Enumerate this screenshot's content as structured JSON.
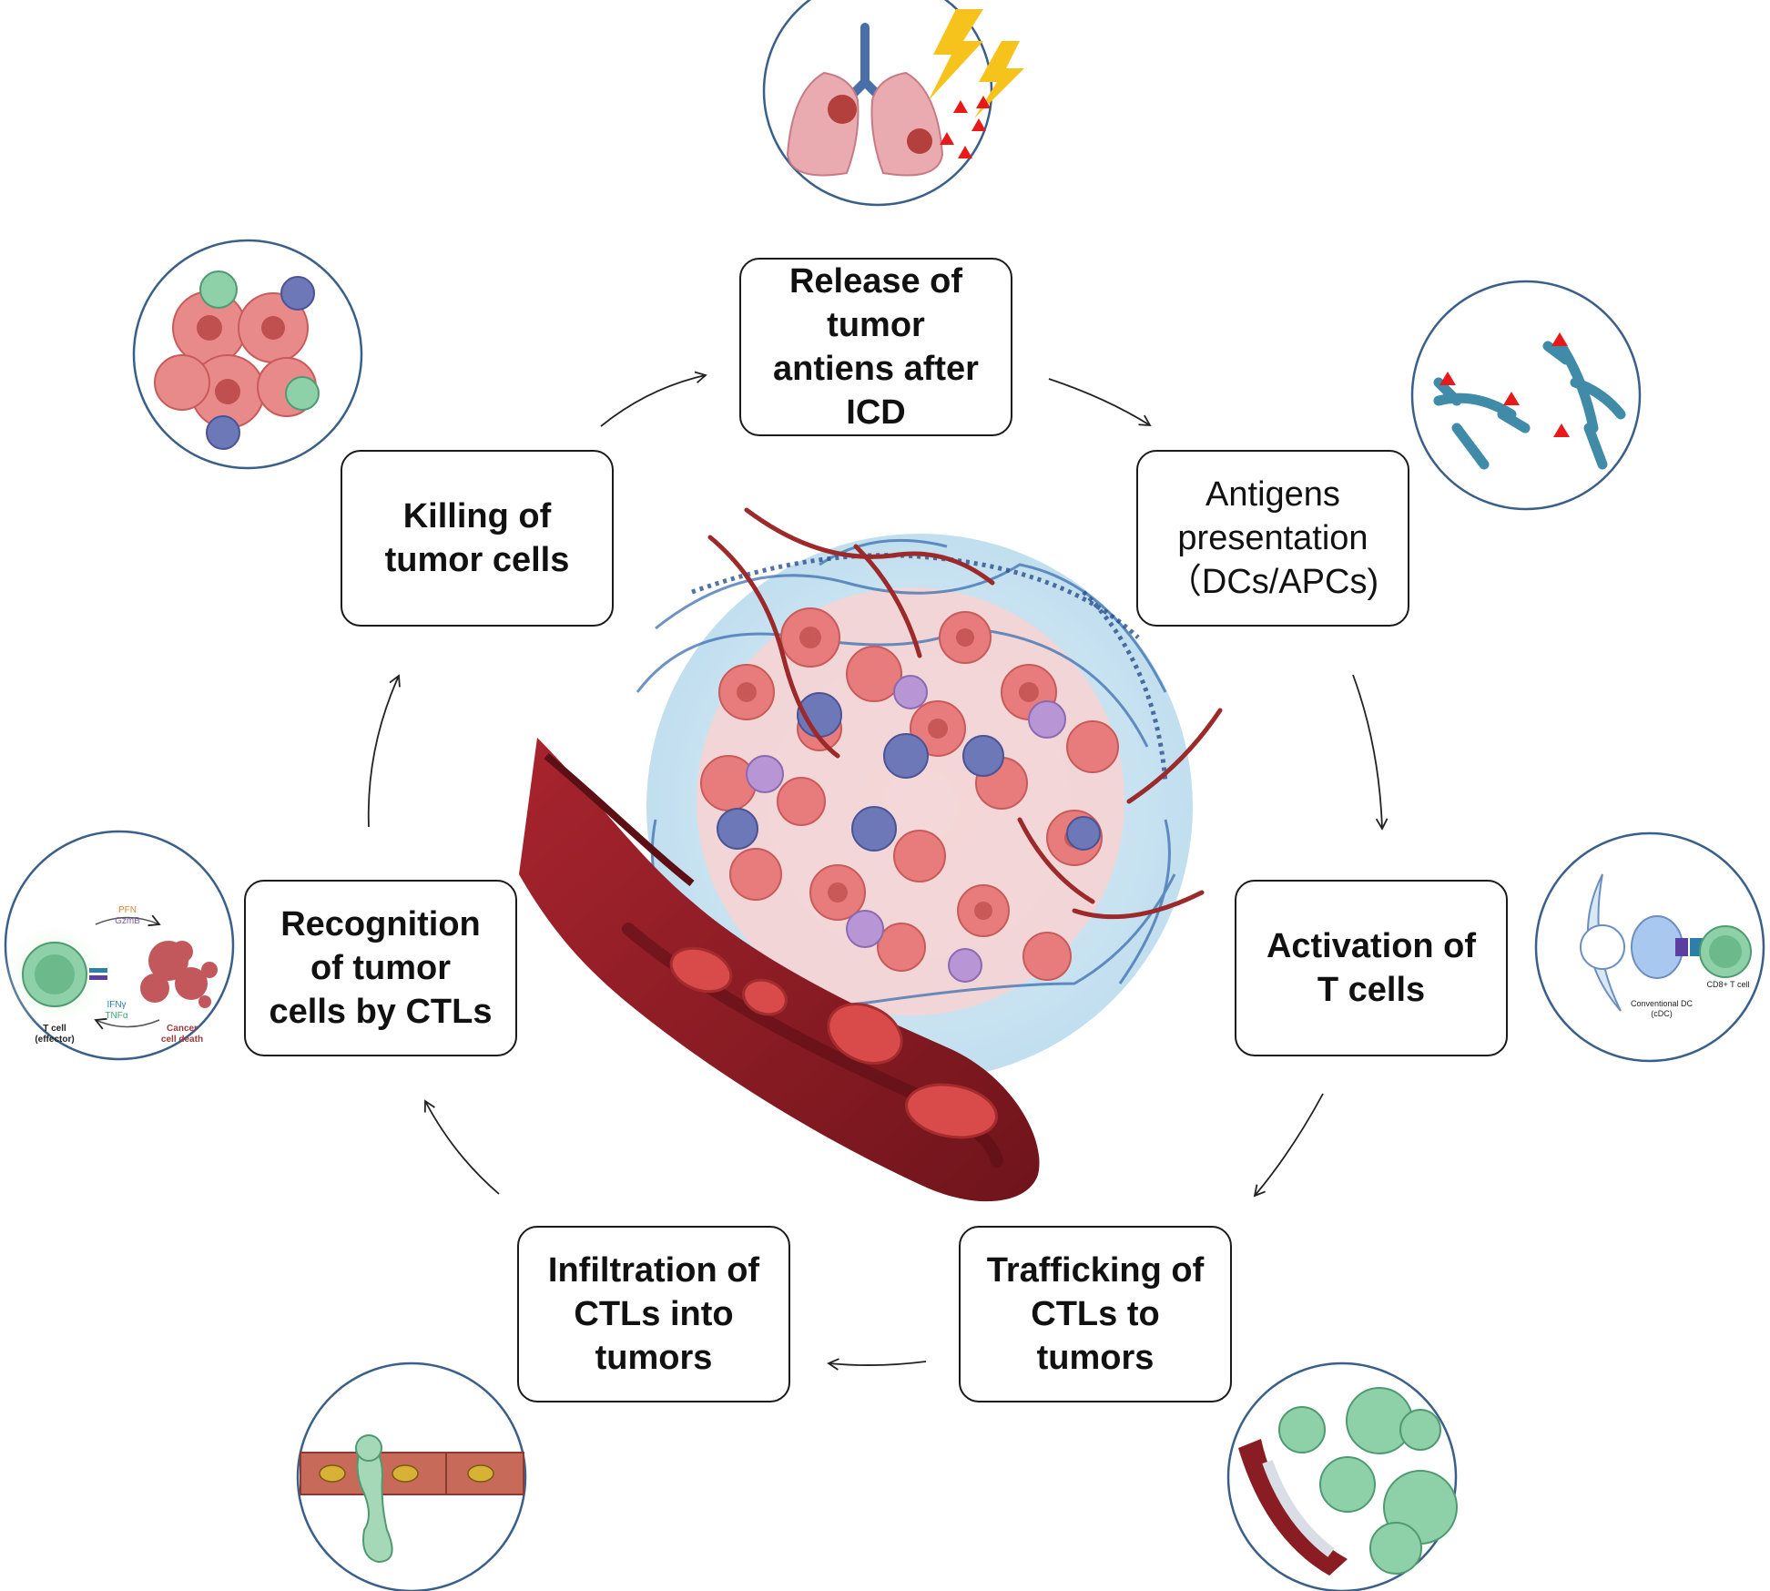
{
  "steps": [
    {
      "id": "release",
      "lines": [
        "Release of",
        "tumor",
        "antiens after",
        "ICD"
      ]
    },
    {
      "id": "antigen",
      "lines": [
        "Antigens",
        "presentation",
        "（DCs/APCs)"
      ]
    },
    {
      "id": "activation",
      "lines": [
        "Activation of",
        "T cells"
      ]
    },
    {
      "id": "trafficking",
      "lines": [
        "Trafficking of",
        "CTLs to",
        "tumors"
      ]
    },
    {
      "id": "infiltration",
      "lines": [
        "Infiltration of",
        "CTLs into",
        "tumors"
      ]
    },
    {
      "id": "recognition",
      "lines": [
        "Recognition",
        "of tumor",
        "cells by CTLs"
      ]
    },
    {
      "id": "killing",
      "lines": [
        "Killing of",
        "tumor cells"
      ]
    }
  ],
  "recognition_icon": {
    "effector_label": [
      "T cell",
      "(effector)"
    ],
    "death_label": [
      "Cancer",
      "cell death"
    ],
    "top_mediators": [
      "PFN",
      "GzmB"
    ],
    "bottom_mediators": [
      "IFNγ",
      "TNFα"
    ]
  },
  "activation_icon": {
    "dc_label": [
      "Conventional DC",
      "(cDC)"
    ],
    "tcell_label": "CD8+ T cell"
  },
  "colors": {
    "box_border": "#1a1a1a",
    "circle_border": "#3a5f8a",
    "vessel": "#8a1c24",
    "rbc": "#d94a4a",
    "tumor_cell": "#e88a8a",
    "dc": "#3f8ba8",
    "t_cell": "#7fc59a",
    "antigen": "#e8191b",
    "lightning": "#f5c31b"
  }
}
